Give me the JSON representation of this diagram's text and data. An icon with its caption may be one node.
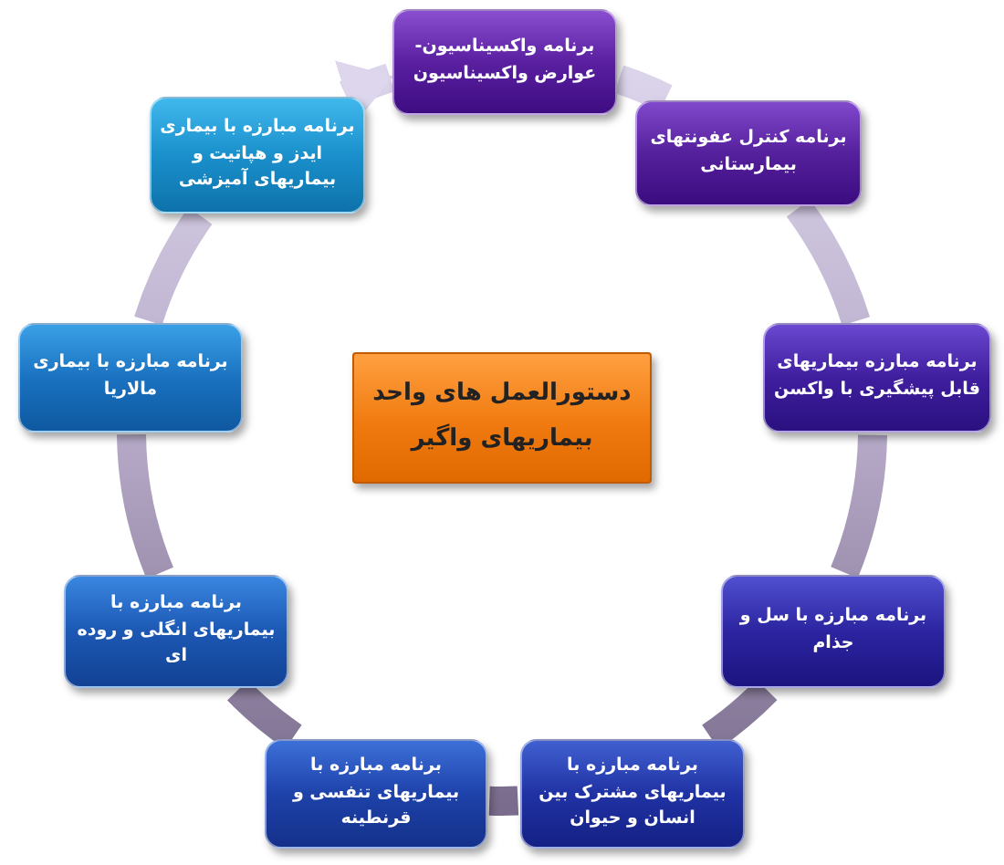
{
  "diagram": {
    "nodes": [
      {
        "text": [
          "دستورالعمل های واحد بیماریهای واگیر"
        ]
      },
      {
        "text": [
          "برنامه واکسیناسیون- عوارض واکسیناسیون"
        ]
      },
      {
        "text": [
          "برنامه کنترل عفونتهای بیمارستانی"
        ]
      },
      {
        "text": [
          "برنامه مبارزه بیماریهای قابل پیشگیری با واکسن"
        ]
      },
      {
        "text": [
          "برنامه مبارزه با سل و جذام"
        ]
      },
      {
        "text": [
          "برنامه مبارزه با بیماریهای مشترک بین انسان و حیوان"
        ]
      },
      {
        "text": [
          "برنامه مبارزه با بیماریهای تنفسی و قرنطینه"
        ]
      },
      {
        "text": [
          "برنامه مبارزه با بیماریهای انگلی و روده ای"
        ]
      },
      {
        "text": [
          "برنامه مبارزه با بیماری مالاریا"
        ]
      },
      {
        "text": [
          "برنامه مبارزه با بیماری ایدز و هپاتیت و بیماریهای آمیزشی"
        ]
      }
    ],
    "edges": [
      {
        "from": 1,
        "to": 2,
        "arrow": "none"
      },
      {
        "from": 2,
        "to": 3,
        "arrow": "none"
      },
      {
        "from": 3,
        "to": 4,
        "arrow": "none"
      },
      {
        "from": 4,
        "to": 5,
        "arrow": "none"
      },
      {
        "from": 5,
        "to": 6,
        "arrow": "none"
      },
      {
        "from": 6,
        "to": 7,
        "arrow": "none"
      },
      {
        "from": 7,
        "to": 8,
        "arrow": "none"
      },
      {
        "from": 8,
        "to": 9,
        "arrow": "none"
      },
      {
        "from": 9,
        "to": 1,
        "arrow": "to"
      }
    ]
  }
}
